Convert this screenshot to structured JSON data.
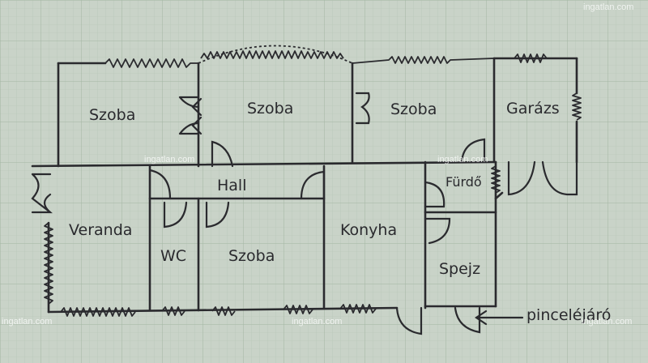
{
  "rooms": {
    "szoba_1": "Szoba",
    "szoba_2": "Szoba",
    "szoba_3": "Szoba",
    "garazs": "Garázs",
    "hall": "Hall",
    "furdo": "Fürdő",
    "veranda": "Veranda",
    "wc": "WC",
    "szoba_4": "Szoba",
    "konyha": "Konyha",
    "spejz": "Spejz"
  },
  "annotation": "pinceléjáró",
  "watermark": "ingatlan.com",
  "colors": {
    "ink": "#2a2a2e",
    "paper": "#c9d3c8",
    "grid": "#a9bba8"
  }
}
